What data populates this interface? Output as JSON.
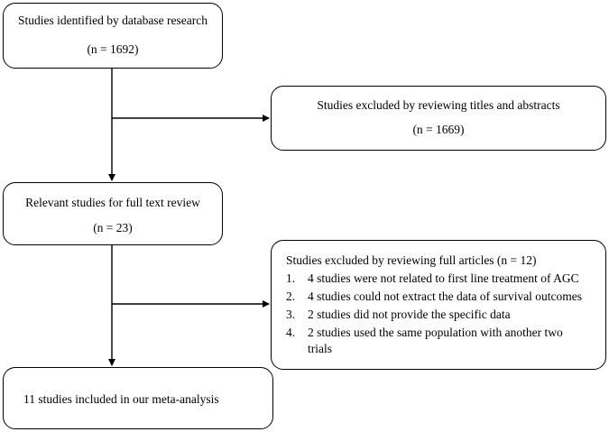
{
  "boxes": {
    "identified": {
      "line1": "Studies identified by database research",
      "line2": "(n = 1692)"
    },
    "excluded_titles": {
      "line1": "Studies excluded by reviewing titles and abstracts",
      "line2": "(n = 1669)"
    },
    "full_text": {
      "line1": "Relevant studies for full text review",
      "line2": "(n = 23)"
    },
    "excluded_full": {
      "heading": "Studies excluded by reviewing full articles (n = 12)",
      "items": [
        {
          "num": "1.",
          "text": "4 studies were not related to first line treatment of AGC"
        },
        {
          "num": "2.",
          "text": "4 studies could not extract the data of survival outcomes"
        },
        {
          "num": "3.",
          "text": "2 studies did not provide the specific data"
        },
        {
          "num": "4.",
          "text": "2 studies used the same population with another two trials"
        }
      ]
    },
    "included": {
      "line1": "11 studies included in our meta-analysis"
    }
  },
  "colors": {
    "stroke": "#000000",
    "background": "#ffffff"
  }
}
